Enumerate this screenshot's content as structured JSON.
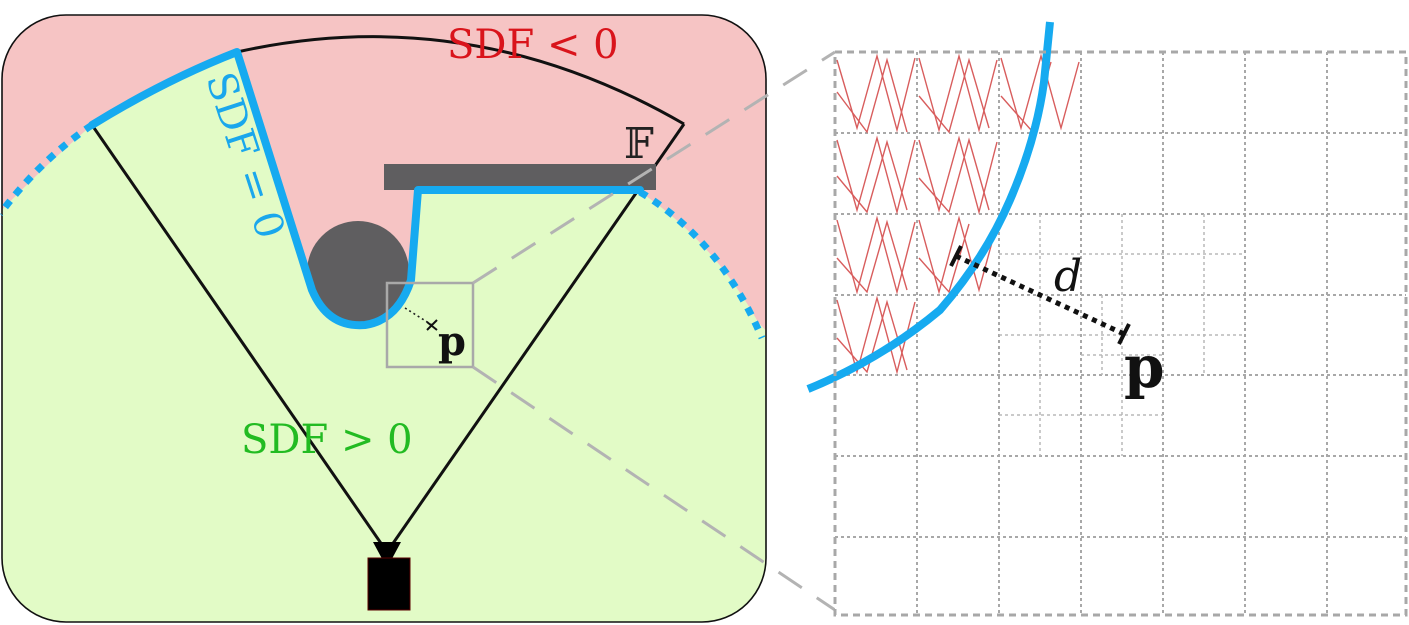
{
  "diagram": {
    "labels": {
      "sdf_negative": "SDF < 0",
      "sdf_zero": "SDF = 0",
      "sdf_positive": "SDF > 0",
      "frustum": "𝔽",
      "point_small": "p",
      "point_large": "p",
      "distance": "d"
    },
    "colors": {
      "free_space": "#e2fbc6",
      "occupied_space": "#f6c4c4",
      "surface": "#16aaf0",
      "obstacle": "#5f5e60",
      "camera": "#000000",
      "hatch": "#d85d5d",
      "grid": "#a8a8a8"
    }
  }
}
